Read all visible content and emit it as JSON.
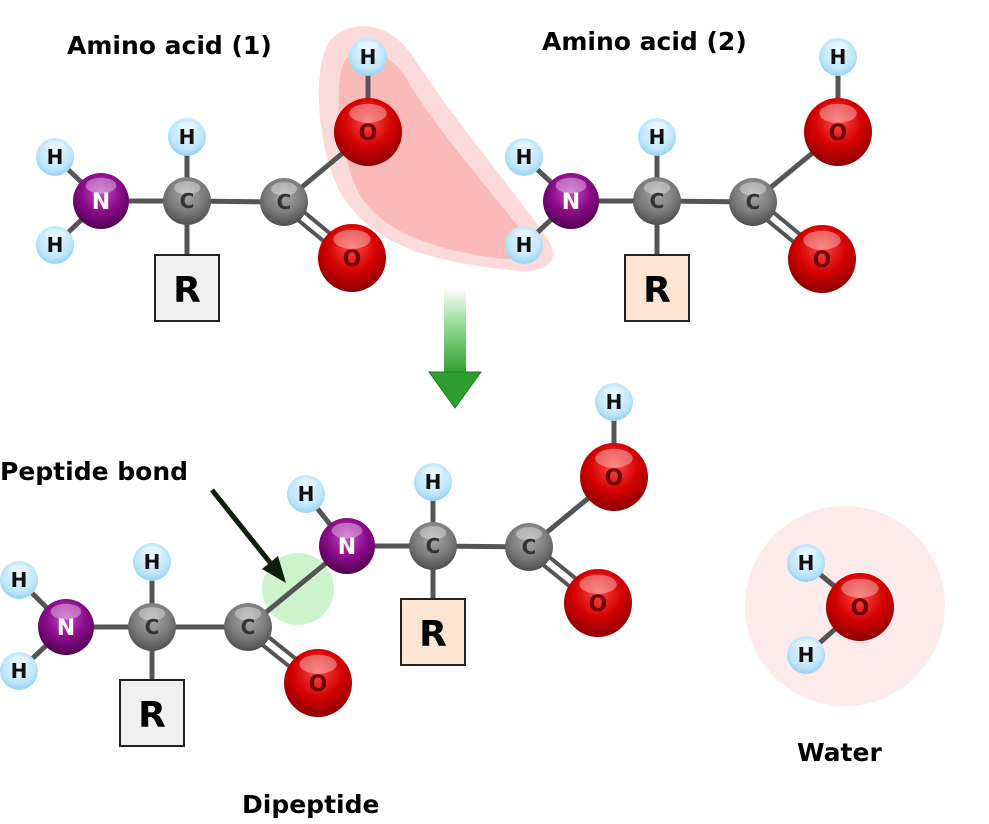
{
  "labels": {
    "amino_acid_1": "Amino acid (1)",
    "amino_acid_2": "Amino acid (2)",
    "peptide_bond": "Peptide bond",
    "dipeptide": "Dipeptide",
    "water": "Water"
  },
  "atoms": {
    "hydrogen": "H",
    "oxygen": "O",
    "nitrogen": "N",
    "carbon": "C",
    "side_chain": "R"
  },
  "colors": {
    "hydrogen": "#bfe6fb",
    "oxygen": "#d10000",
    "nitrogen": "#8a0a8a",
    "carbon": "#7a7a7a",
    "bond": "#555555",
    "r_box_1": "#f0f0f0",
    "r_box_2": "#fde4d3",
    "water_removed_highlight": "#fbb8b8",
    "peptide_bond_highlight": "#bff0bf",
    "water_circle": "#fde8e8",
    "reaction_arrow": "#3aa83a"
  }
}
